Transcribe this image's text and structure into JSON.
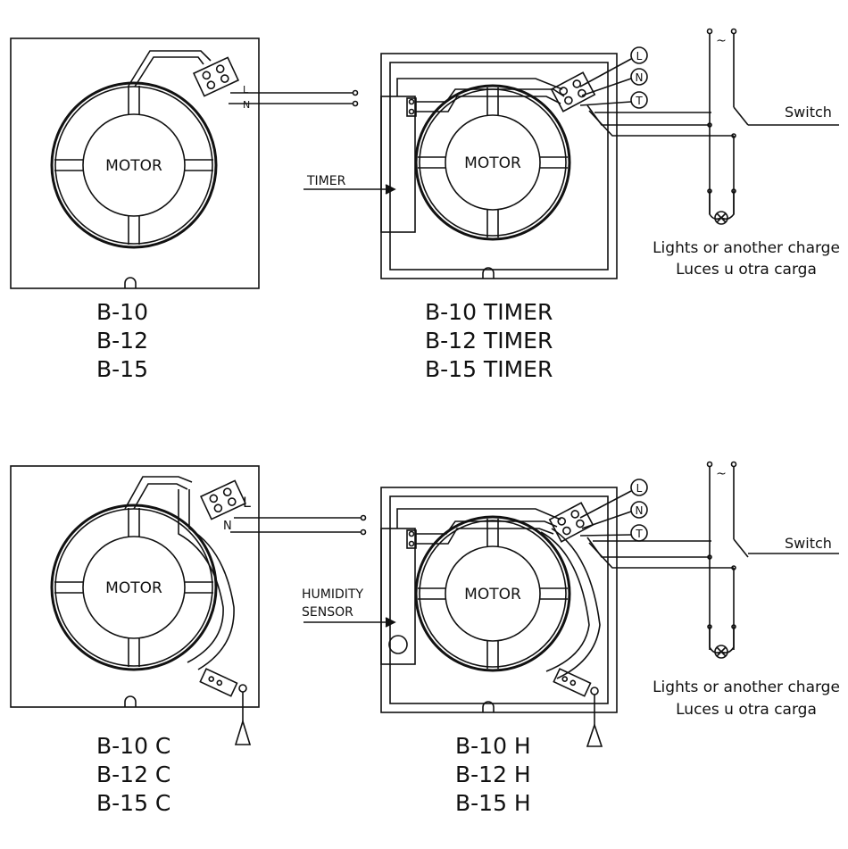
{
  "panels": {
    "top_left": {
      "motor": "MOTOR",
      "terminal_l": "L",
      "terminal_n": "N",
      "models": [
        "B-10",
        "B-12",
        "B-15"
      ]
    },
    "top_right": {
      "motor": "MOTOR",
      "module": "TIMER",
      "terminals": [
        "L",
        "N",
        "T"
      ],
      "models": [
        "B-10 TIMER",
        "B-12 TIMER",
        "B-15 TIMER"
      ]
    },
    "bottom_left": {
      "motor": "MOTOR",
      "terminal_l": "L",
      "terminal_n": "N",
      "models": [
        "B-10 C",
        "B-12 C",
        "B-15 C"
      ]
    },
    "bottom_right": {
      "motor": "MOTOR",
      "module_line1": "HUMIDITY",
      "module_line2": "SENSOR",
      "terminals": [
        "L",
        "N",
        "T"
      ],
      "models": [
        "B-10 H",
        "B-12 H",
        "B-15 H"
      ]
    }
  },
  "external": {
    "switch": "Switch",
    "supply": "~",
    "load_en": "Lights or another charge",
    "load_es": "Luces u otra carga"
  }
}
